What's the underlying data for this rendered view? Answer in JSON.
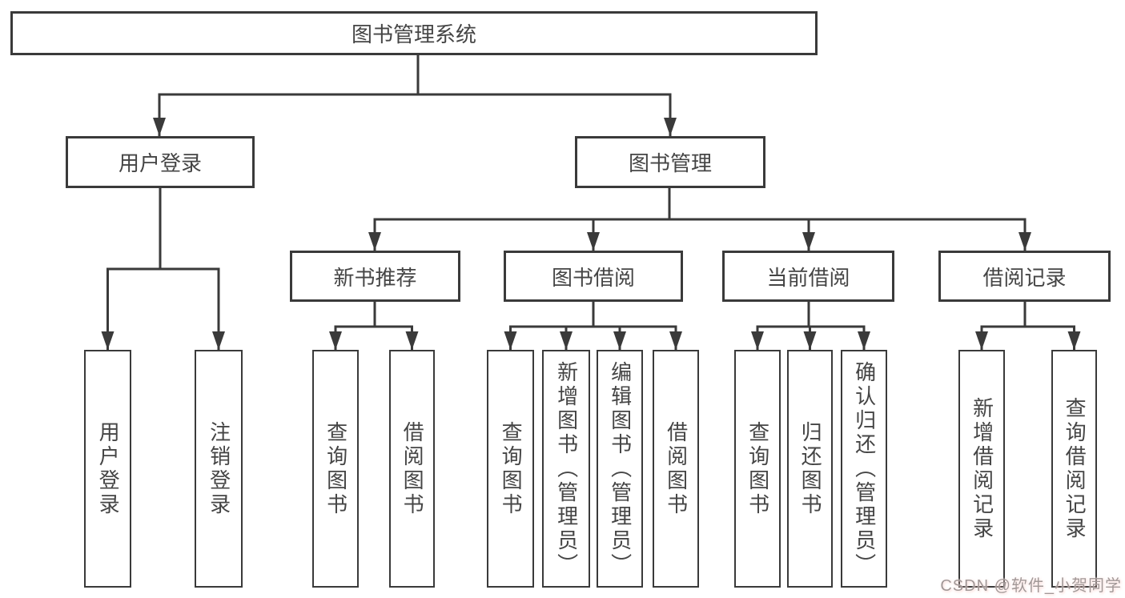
{
  "diagram_title": "图书管理系统",
  "nodes": {
    "root": "图书管理系统",
    "user_login": "用户登录",
    "book_mgmt": "图书管理",
    "user_login_leaf": "用户登录",
    "logout_leaf": "注销登录",
    "new_books": "新书推荐",
    "book_borrow": "图书借阅",
    "current_borrow": "当前借阅",
    "borrow_records": "借阅记录",
    "nb_query": "查询图书",
    "nb_borrow": "借阅图书",
    "bb_query": "查询图书",
    "bb_add": "新增图书（管理员）",
    "bb_edit": "编辑图书（管理员）",
    "bb_borrow": "借阅图书",
    "cb_query": "查询图书",
    "cb_return": "归还图书",
    "cb_confirm": "确认归还（管理员）",
    "br_add": "新增借阅记录",
    "br_query": "查询借阅记录"
  },
  "hierarchy": {
    "图书管理系统": {
      "用户登录": [
        "用户登录",
        "注销登录"
      ],
      "图书管理": {
        "新书推荐": [
          "查询图书",
          "借阅图书"
        ],
        "图书借阅": [
          "查询图书",
          "新增图书（管理员）",
          "编辑图书（管理员）",
          "借阅图书"
        ],
        "当前借阅": [
          "查询图书",
          "归还图书",
          "确认归还（管理员）"
        ],
        "借阅记录": [
          "新增借阅记录",
          "查询借阅记录"
        ]
      }
    }
  },
  "watermark": "CSDN @软件_小贺同学",
  "colors": {
    "line": "#3a3a3a",
    "box_border": "#3a3a3a",
    "box_fill": "#ffffff",
    "text": "#454545",
    "background": "#ffffff",
    "watermark_text": "#a29897"
  }
}
